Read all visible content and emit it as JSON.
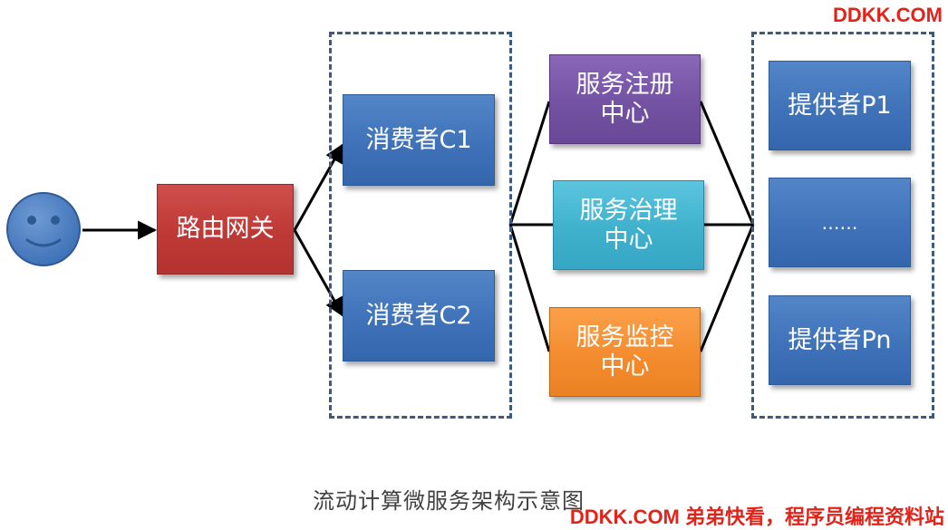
{
  "diagram": {
    "title": "流动计算微服务架构示意图",
    "user": {
      "icon": "smiley-face-icon"
    },
    "gateway": {
      "label": "路由网关",
      "color": "#be3936"
    },
    "consumers": [
      {
        "label": "消费者C1"
      },
      {
        "label": "消费者C2"
      }
    ],
    "centers": [
      {
        "label": "服务注册中心",
        "color": "#7452a3"
      },
      {
        "label": "服务治理中心",
        "color": "#3fb1cd"
      },
      {
        "label": "服务监控中心",
        "color": "#f38c2e"
      }
    ],
    "providers": [
      {
        "label": "提供者P1"
      },
      {
        "label": "……"
      },
      {
        "label": "提供者Pn"
      }
    ],
    "colors": {
      "node_blue": "#3f72b8",
      "dashed_border": "#3b5a7e",
      "connector": "#000000"
    }
  },
  "watermark": {
    "top": "DDKK.COM",
    "bottom": "DDKK.COM 弟弟快看，程序员编程资料站",
    "color": "#e2231a"
  }
}
